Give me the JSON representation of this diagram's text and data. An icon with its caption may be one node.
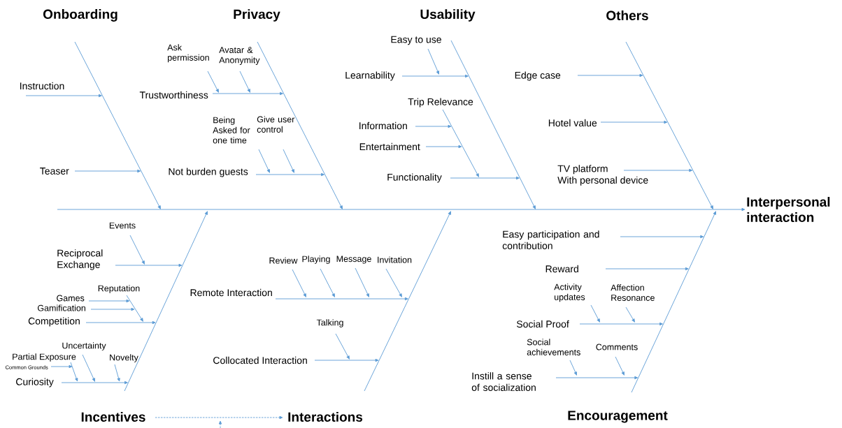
{
  "diagram": {
    "nodes": [
      {
        "text": [
          "Onboarding"
        ]
      },
      {
        "text": [
          "Privacy"
        ]
      },
      {
        "text": [
          "Usability"
        ]
      },
      {
        "text": [
          "Others"
        ]
      },
      {
        "text": [
          "Instruction"
        ]
      },
      {
        "text": [
          "Teaser"
        ]
      },
      {
        "text": [
          "Ask permission"
        ]
      },
      {
        "text": [
          "Avatar & Anonymity"
        ]
      },
      {
        "text": [
          "Trustworthiness"
        ]
      },
      {
        "text": [
          "Being Asked for one time"
        ]
      },
      {
        "text": [
          "Give user control"
        ]
      },
      {
        "text": [
          "Not burden guests"
        ]
      },
      {
        "text": [
          "Easy to use"
        ]
      },
      {
        "text": [
          "Learnability"
        ]
      },
      {
        "text": [
          "Trip Relevance"
        ]
      },
      {
        "text": [
          "Information"
        ]
      },
      {
        "text": [
          "Entertainment"
        ]
      },
      {
        "text": [
          "Functionality"
        ]
      },
      {
        "text": [
          "Edge case"
        ]
      },
      {
        "text": [
          "Hotel value"
        ]
      },
      {
        "text": [
          "TV platform",
          "With personal device"
        ]
      },
      {
        "text": [
          "Interpersonal interaction"
        ]
      },
      {
        "text": [
          "Events"
        ]
      },
      {
        "text": [
          "Reciprocal Exchange"
        ]
      },
      {
        "text": [
          "Reputation"
        ]
      },
      {
        "text": [
          "Games"
        ]
      },
      {
        "text": [
          "Gamification"
        ]
      },
      {
        "text": [
          "Competition"
        ]
      },
      {
        "text": [
          "Uncertainty"
        ]
      },
      {
        "text": [
          "Partial Exposure"
        ]
      },
      {
        "text": [
          "Novelty"
        ]
      },
      {
        "text": [
          "Common Grounds"
        ]
      },
      {
        "text": [
          "Curiosity"
        ]
      },
      {
        "text": [
          "Review"
        ]
      },
      {
        "text": [
          "Playing"
        ]
      },
      {
        "text": [
          "Message"
        ]
      },
      {
        "text": [
          "Invitation"
        ]
      },
      {
        "text": [
          "Remote Interaction"
        ]
      },
      {
        "text": [
          "Talking"
        ]
      },
      {
        "text": [
          "Collocated Interaction"
        ]
      },
      {
        "text": [
          "Easy participation and contribution"
        ]
      },
      {
        "text": [
          "Reward"
        ]
      },
      {
        "text": [
          "Activity updates"
        ]
      },
      {
        "text": [
          "Affection Resonance"
        ]
      },
      {
        "text": [
          "Social Proof"
        ]
      },
      {
        "text": [
          "Social achievements"
        ]
      },
      {
        "text": [
          "Comments"
        ]
      },
      {
        "text": [
          "Instill a sense of socialization"
        ]
      },
      {
        "text": [
          "Incentives"
        ]
      },
      {
        "text": [
          "Interactions"
        ]
      },
      {
        "text": [
          "Encouragement"
        ]
      }
    ],
    "edges": [
      {
        "from": null,
        "to": 21,
        "arrow": "to"
      },
      {
        "from": 0,
        "to": null,
        "arrow": "to"
      },
      {
        "from": 1,
        "to": null,
        "arrow": "to"
      },
      {
        "from": 2,
        "to": null,
        "arrow": "to"
      },
      {
        "from": 3,
        "to": null,
        "arrow": "to"
      },
      {
        "from": 48,
        "to": null,
        "arrow": "to"
      },
      {
        "from": 49,
        "to": null,
        "arrow": "to"
      },
      {
        "from": 50,
        "to": null,
        "arrow": "to"
      },
      {
        "from": 4,
        "to": null,
        "arrow": "to"
      },
      {
        "from": 5,
        "to": null,
        "arrow": "to"
      },
      {
        "from": 6,
        "to": 8,
        "arrow": "to"
      },
      {
        "from": 7,
        "to": null,
        "arrow": "to"
      },
      {
        "from": 8,
        "to": null,
        "arrow": "to"
      },
      {
        "from": 9,
        "to": null,
        "arrow": "to"
      },
      {
        "from": 10,
        "to": null,
        "arrow": "to"
      },
      {
        "from": 11,
        "to": null,
        "arrow": "to"
      },
      {
        "from": 12,
        "to": null,
        "arrow": "to"
      },
      {
        "from": 13,
        "to": null,
        "arrow": "to"
      },
      {
        "from": 14,
        "to": null,
        "arrow": "to"
      },
      {
        "from": 15,
        "to": 14,
        "arrow": "to"
      },
      {
        "from": 16,
        "to": null,
        "arrow": "to"
      },
      {
        "from": 17,
        "to": null,
        "arrow": "to"
      },
      {
        "from": 18,
        "to": null,
        "arrow": "to"
      },
      {
        "from": 19,
        "to": null,
        "arrow": "to"
      },
      {
        "from": 20,
        "to": null,
        "arrow": "to"
      },
      {
        "from": 22,
        "to": null,
        "arrow": "to"
      },
      {
        "from": 23,
        "to": null,
        "arrow": "to"
      },
      {
        "from": 24,
        "to": null,
        "arrow": "to"
      },
      {
        "from": 25,
        "to": 24,
        "arrow": "to"
      },
      {
        "from": 26,
        "to": 24,
        "arrow": "to"
      },
      {
        "from": 27,
        "to": null,
        "arrow": "to"
      },
      {
        "from": 28,
        "to": null,
        "arrow": "to"
      },
      {
        "from": 29,
        "to": null,
        "arrow": "to"
      },
      {
        "from": 30,
        "to": null,
        "arrow": "to"
      },
      {
        "from": 31,
        "to": 29,
        "arrow": "to"
      },
      {
        "from": 32,
        "to": null,
        "arrow": "to"
      },
      {
        "from": 33,
        "to": null,
        "arrow": "to"
      },
      {
        "from": 34,
        "to": null,
        "arrow": "to"
      },
      {
        "from": 35,
        "to": null,
        "arrow": "to"
      },
      {
        "from": 36,
        "to": null,
        "arrow": "to"
      },
      {
        "from": 37,
        "to": null,
        "arrow": "to"
      },
      {
        "from": 38,
        "to": null,
        "arrow": "to"
      },
      {
        "from": 39,
        "to": null,
        "arrow": "to"
      },
      {
        "from": 40,
        "to": null,
        "arrow": "to"
      },
      {
        "from": 41,
        "to": null,
        "arrow": "to"
      },
      {
        "from": 42,
        "to": null,
        "arrow": "to"
      },
      {
        "from": 43,
        "to": null,
        "arrow": "to"
      },
      {
        "from": 44,
        "to": null,
        "arrow": "to"
      },
      {
        "from": 45,
        "to": null,
        "arrow": "to"
      },
      {
        "from": 46,
        "to": null,
        "arrow": "to"
      },
      {
        "from": 47,
        "to": null,
        "arrow": "to"
      },
      {
        "from": 48,
        "to": 49,
        "arrow": "to",
        "style": "dashed"
      }
    ]
  }
}
